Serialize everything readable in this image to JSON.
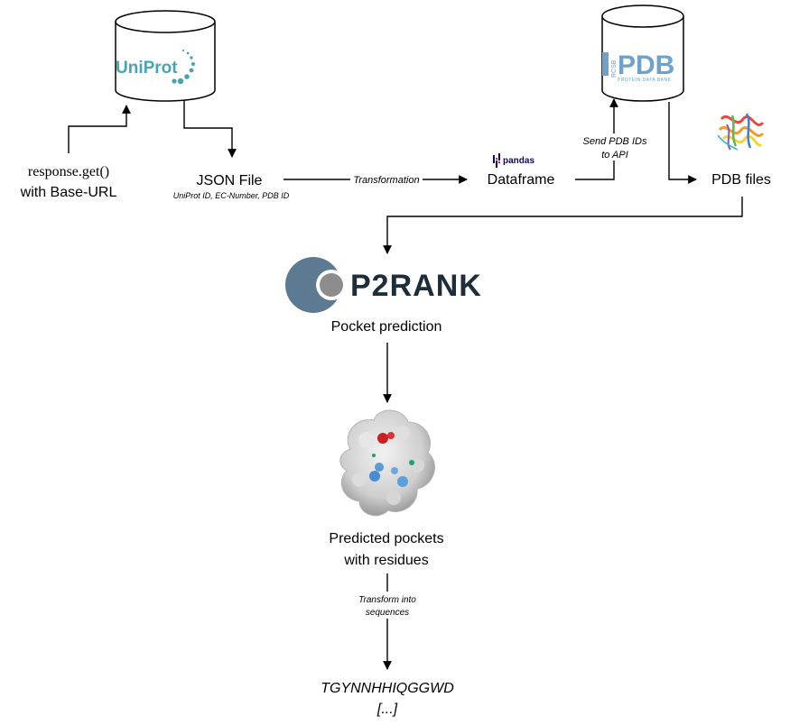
{
  "nodes": {
    "uniprot_logo": "UniProt",
    "pdb_logo": "PDB",
    "pdb_logo_sub": "PROTEIN DATA BANK",
    "pdb_logo_rcsb": "RCSB",
    "request_line1": "response.get()",
    "request_line2": "with Base-URL",
    "json_file": "JSON File",
    "json_fields": "UniProt ID, EC-Number, PDB ID",
    "pandas_logo": "pandas",
    "dataframe": "Dataframe",
    "pdb_files": "PDB files",
    "p2rank_logo": "P2RANK",
    "pocket_prediction": "Pocket prediction",
    "predicted_line1": "Predicted pockets",
    "predicted_line2": "with residues",
    "sequence_line1": "TGYNNHHIQGGWD",
    "sequence_line2": "[...]"
  },
  "edge_labels": {
    "transformation": "Transformation",
    "send_ids_line1": "Send PDB IDs",
    "send_ids_line2": "to API",
    "transform_line1": "Transform into",
    "transform_line2": "sequences"
  },
  "colors": {
    "uniprot": "#4aa3b3",
    "pdb": "#6fa1cb",
    "p2rank_dark": "#5d7a93",
    "p2rank_grey": "#8c8c8c",
    "pandas_bars": "#150458",
    "pandas_accent": "#e70488"
  },
  "icons": {
    "database": "database-cylinder-icon",
    "protein_ribbon": "protein-structure-icon",
    "protein_surface": "protein-surface-icon"
  }
}
